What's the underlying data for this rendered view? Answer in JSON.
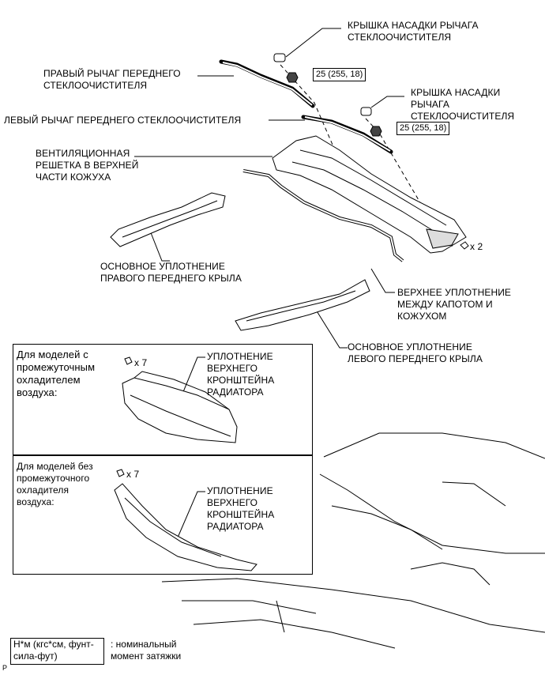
{
  "labels": {
    "right_cap": [
      "КРЫШКА НАСАДКИ РЫЧАГА",
      "СТЕКЛООЧИСТИТЕЛЯ"
    ],
    "left_cap": [
      "КРЫШКА НАСАДКИ",
      "РЫЧАГА",
      "СТЕКЛООЧИСТИТЕЛЯ"
    ],
    "right_arm": [
      "ПРАВЫЙ РЫЧАГ ПЕРЕДНЕГО",
      "СТЕКЛООЧИСТИТЕЛЯ"
    ],
    "left_arm": "ЛЕВЫЙ РЫЧАГ ПЕРЕДНЕГО СТЕКЛООЧИСТИТЕЛЯ",
    "vent_grille": [
      "ВЕНТИЛЯЦИОННАЯ",
      "РЕШЕТКА В ВЕРХНЕЙ",
      "ЧАСТИ КОЖУХА"
    ],
    "right_seal": [
      "ОСНОВНОЕ УПЛОТНЕНИЕ",
      "ПРАВОГО ПЕРЕДНЕГО КРЫЛА"
    ],
    "hood_seal": [
      "ВЕРХНЕЕ УПЛОТНЕНИЕ",
      "МЕЖДУ КАПОТОМ И",
      "КОЖУХОМ"
    ],
    "left_seal": [
      "ОСНОВНОЕ УПЛОТНЕНИЕ",
      "ЛЕВОГО ПЕРЕДНЕГО КРЫЛА"
    ],
    "clip_count_cowl": "x 2",
    "torque_1": "25 (255, 18)",
    "torque_2": "25 (255, 18)",
    "box1_title": [
      "Для моделей с",
      "промежуточным",
      "охладителем",
      "воздуха:"
    ],
    "box1_count": "x 7",
    "box1_part": [
      "УПЛОТНЕНИЕ",
      "ВЕРХНЕГО",
      "КРОНШТЕЙНА",
      "РАДИАТОРА"
    ],
    "box2_title": [
      "Для моделей без",
      "промежуточного",
      "охладителя",
      "воздуха:"
    ],
    "box2_count": "x 7",
    "box2_part": [
      "УПЛОТНЕНИЕ",
      "ВЕРХНЕГО",
      "КРОНШТЕЙНА",
      "РАДИАТОРА"
    ],
    "legend_key": [
      "Н*м (кгс*см, фунт-",
      "сила-фут)"
    ],
    "legend_desc": [
      ": номинальный",
      "момент затяжки"
    ],
    "corner_mark": "P"
  }
}
